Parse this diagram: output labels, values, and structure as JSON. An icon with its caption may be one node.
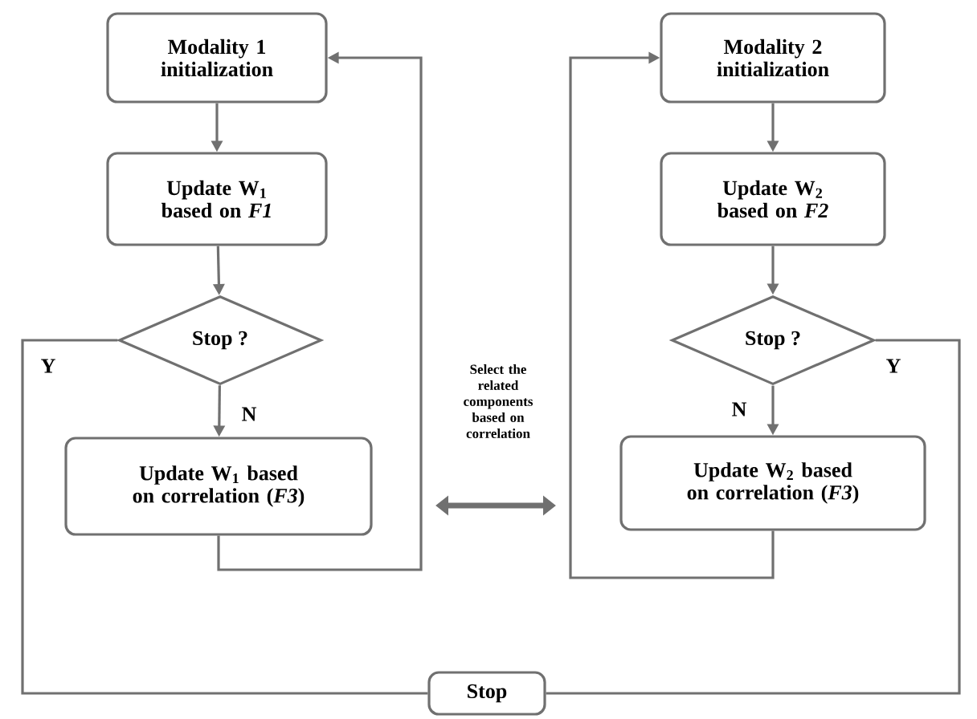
{
  "diagram": {
    "nodes": [
      {
        "text": [
          "Modality 1 initialization"
        ]
      },
      {
        "text": [
          "Update W$_{1}$ based on *F1*"
        ]
      },
      {
        "text": [
          "Stop ?"
        ]
      },
      {
        "text": [
          "Update W$_{1}$ based on correlation (*F3*)"
        ]
      },
      {
        "text": [
          "Modality 2 initialization"
        ]
      },
      {
        "text": [
          "Update W$_{2}$ based on *F2*"
        ]
      },
      {
        "text": [
          "Stop ?"
        ]
      },
      {
        "text": [
          "Update W$_{2}$ based on correlation (*F3*)"
        ]
      },
      {
        "text": [
          "Stop"
        ]
      }
    ],
    "edges": [
      {
        "from": 0,
        "to": 1,
        "arrow": "to"
      },
      {
        "from": 1,
        "to": 2,
        "arrow": "to"
      },
      {
        "from": 2,
        "to": 3,
        "arrow": "to",
        "label": "N"
      },
      {
        "from": 3,
        "to": 0,
        "arrow": "to"
      },
      {
        "from": 2,
        "to": 8,
        "arrow": "none",
        "label": "Y"
      },
      {
        "from": 4,
        "to": 5,
        "arrow": "to"
      },
      {
        "from": 5,
        "to": 6,
        "arrow": "to"
      },
      {
        "from": 6,
        "to": 7,
        "arrow": "to",
        "label": "N"
      },
      {
        "from": 7,
        "to": 4,
        "arrow": "to"
      },
      {
        "from": 6,
        "to": 8,
        "arrow": "none",
        "label": "Y"
      },
      {
        "from": 3,
        "to": 7,
        "arrow": "both",
        "style": "thick",
        "label": "Select the related components based on correlation"
      }
    ]
  }
}
